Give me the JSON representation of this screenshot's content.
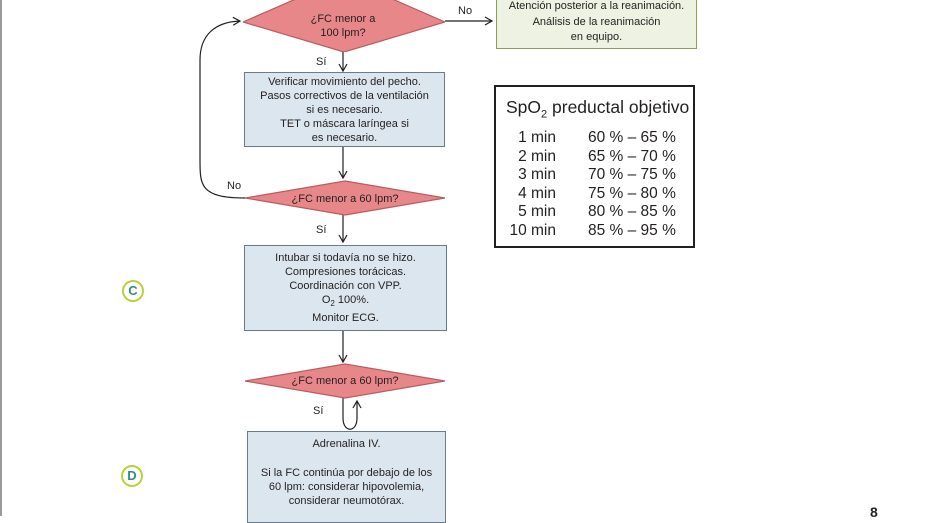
{
  "flow": {
    "diamond1": [
      "¿FC menor a",
      "100 lpm?"
    ],
    "diamond2": "¿FC menor a 60 lpm?",
    "diamond3": "¿FC menor a 60 lpm?",
    "label_no_1": "No",
    "label_no_2": "No",
    "label_si_1": "Sí",
    "label_si_2": "Sí",
    "label_si_3": "Sí",
    "post_box": [
      "Atención posterior a la reanimación.",
      "Análisis de la reanimación",
      "en equipo."
    ],
    "box_ventilation": [
      "Verificar movimiento del pecho.",
      "Pasos correctivos de la ventilación",
      "si es necesario.",
      "TET o máscara laríngea si",
      "es necesario."
    ],
    "box_compressions": {
      "line1": "Intubar si todavía no se hizo.",
      "line2": "Compresiones torácicas.",
      "line3": "Coordinación con VPP.",
      "o2_prefix": "O",
      "o2_sub": "2",
      "o2_suffix": " 100%.",
      "line5": "Monitor ECG."
    },
    "box_adrenaline": [
      "Adrenalina IV.",
      "Si la FC continúa por debajo de los",
      "60 lpm: considerar hipovolemia,",
      "considerar neumotórax."
    ]
  },
  "markers": {
    "c": "C",
    "d": "D"
  },
  "spo2_table": {
    "title_prefix": "SpO",
    "title_sub": "2",
    "title_suffix": " preductal objetivo",
    "rows": [
      {
        "time": "1 min",
        "range": "60 % – 65 %"
      },
      {
        "time": "2 min",
        "range": "65 % – 70 %"
      },
      {
        "time": "3 min",
        "range": "70 % – 75 %"
      },
      {
        "time": "4 min",
        "range": "75 % – 80 %"
      },
      {
        "time": "5 min",
        "range": "80 % – 85 %"
      },
      {
        "time": "10 min",
        "range": "85 % – 95 %"
      }
    ]
  },
  "page_number": "8",
  "colors": {
    "diamond_fill": "#e8878a",
    "box_fill": "#dce6ee",
    "marker_ring": "#b9cf3a",
    "marker_text": "#2f8c8a",
    "post_box_fill": "#eef2e2"
  }
}
